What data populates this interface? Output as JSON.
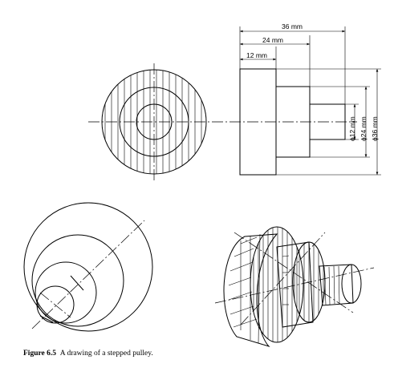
{
  "dimensions": {
    "len_36": "36 mm",
    "len_24": "24 mm",
    "len_12": "12 mm",
    "dia_12": "ϕ12 mm",
    "dia_24": "ϕ24 mm",
    "dia_36": "ϕ36 mm"
  },
  "caption": {
    "label": "Figure 6.5",
    "text": "A drawing of a stepped pulley."
  }
}
